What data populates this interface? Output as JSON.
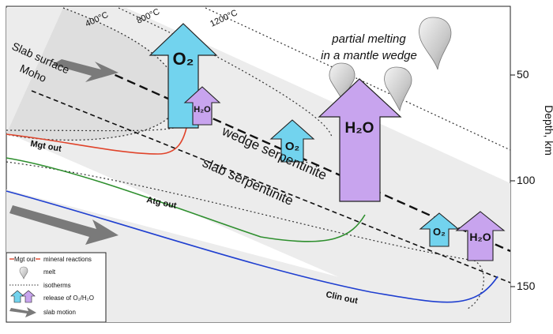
{
  "isotherms": [
    "400°C",
    "800°C",
    "1200°C"
  ],
  "labels": {
    "slab_surface": "Slab surface",
    "moho": "Moho",
    "partial_melting_line1": "partial melting",
    "partial_melting_line2": "in a mantle wedge",
    "wedge_serpentinite": "wedge serpentinite",
    "slab_serpentinite": "slab serpentinite"
  },
  "reactions": {
    "mgt_out": "Mgt out",
    "atg_out": "Atg out",
    "clin_out": "Clin out"
  },
  "arrows": {
    "o2": "O₂",
    "h2o": "H₂O"
  },
  "depth_axis": {
    "title": "Depth, km",
    "ticks": [
      "50",
      "100",
      "150"
    ]
  },
  "legend": {
    "mineral_reactions_sample": "Mgt out",
    "mineral_reactions": "mineral reactions",
    "melt": "melt",
    "isotherms": "isotherms",
    "release": "release of O₂/H₂O",
    "slab_motion": "slab motion"
  },
  "colors": {
    "mgt_line": "#e0442b",
    "atg_line": "#2e8f2e",
    "clin_line": "#1f3fd0",
    "o2_fill": "#72d3ee",
    "h2o_fill": "#c8a4ee",
    "slab_fill": "#e3e3e3",
    "gray_arrow": "#7a7a7a"
  }
}
